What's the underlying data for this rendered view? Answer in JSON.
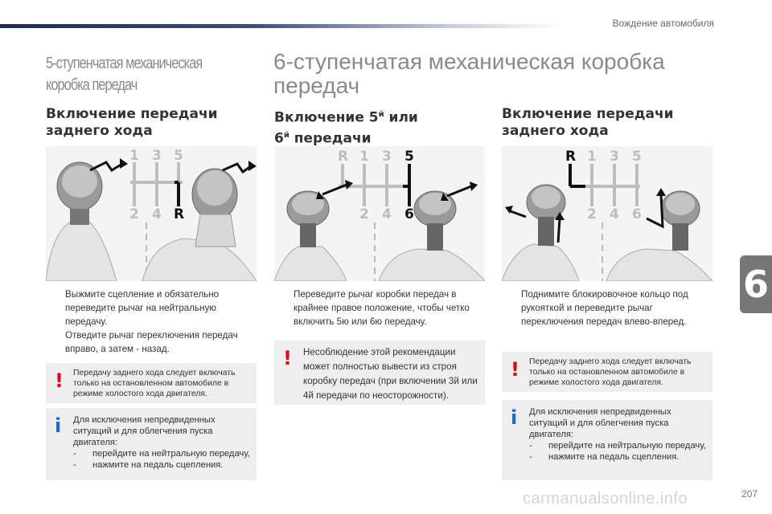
{
  "header": {
    "running_head": "Вождение автомобиля"
  },
  "left_section": {
    "title": "5-ступенчатая механическая коробка передач",
    "subtitle": "Включение передачи заднего хода",
    "diagram": {
      "top": [
        "1",
        "3",
        "5"
      ],
      "bottom": [
        "2",
        "4",
        "R"
      ]
    },
    "bullets": [
      "Выжмите сцепление и обязательно переведите рычаг на нейтральную передачу.",
      "Отведите рычаг переключения передач вправо, а затем - назад."
    ],
    "warning": "Передачу заднего хода следует включать только на остановленном автомобиле в режиме холостого хода двигателя.",
    "info": {
      "intro": "Для исключения непредвиденных ситуаций и для облегчения пуска двигателя:",
      "items": [
        "перейдите на нейтральную передачу,",
        "нажмите на педаль сцепления."
      ]
    }
  },
  "main_section": {
    "title": "6-ступенчатая механическая коробка передач",
    "col1": {
      "subtitle_a": "Включение 5",
      "sup_a": "й",
      "subtitle_b": " или",
      "subtitle_c": "6",
      "sup_c": "й",
      "subtitle_d": " передачи",
      "diagram": {
        "top": [
          "R",
          "1",
          "3",
          "5"
        ],
        "bottom": [
          "2",
          "4",
          "6"
        ]
      },
      "bullet": "Переведите рычаг коробки передач в крайнее правое положение, чтобы четко включить 5ю или 6ю передачу.",
      "warning": "Несоблюдение этой рекомендации может полностью вывести из строя коробку передач (при включении 3й или 4й передачи по неосторожности)."
    },
    "col2": {
      "subtitle": "Включение передачи заднего хода",
      "diagram": {
        "top": [
          "R",
          "1",
          "3",
          "5"
        ],
        "bottom": [
          "2",
          "4",
          "6"
        ]
      },
      "bullet": "Поднимите блокировочное кольцо под рукояткой и переведите рычаг переключения передач влево-вперед.",
      "warning": "Передачу заднего хода следует включать только на остановленном автомобиле в режиме холостого хода двигателя.",
      "info": {
        "intro": "Для исключения непредвиденных ситуаций и для облегчения пуска двигателя:",
        "items": [
          "перейдите на нейтральную передачу,",
          "нажмите на педаль сцепления."
        ]
      }
    }
  },
  "bullet_mark": "",
  "dash_mark": "-",
  "warn_mark": "!",
  "info_mark": "i",
  "chapter": "6",
  "page_number": "207",
  "watermark": "carmanualsonline.info",
  "colors": {
    "warn": "#e0001a",
    "info": "#1a6fc0",
    "tab": "#777777",
    "title_grey": "#8a8a8a"
  }
}
